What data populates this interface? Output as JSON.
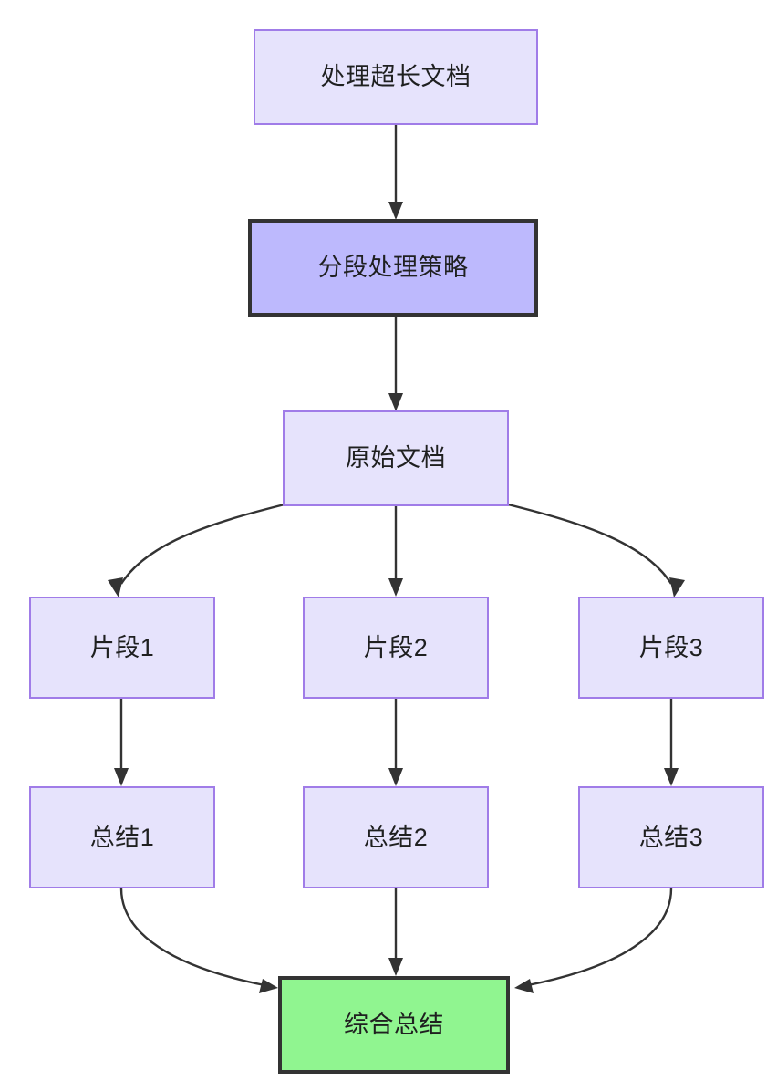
{
  "diagram": {
    "type": "flowchart",
    "direction": "top-to-bottom",
    "title": "处理超长文档",
    "background_color": "#ffffff",
    "styles": {
      "light_node_fill": "#e6e3fc",
      "light_node_border": "#a07ce8",
      "strong_node_fill": "#bdb9fd",
      "strong_node_border": "#333333",
      "result_node_fill": "#90f590",
      "result_node_border": "#333333",
      "edge_color": "#333333",
      "text_color": "#1f2020"
    },
    "nodes": {
      "root": {
        "label": "处理超长文档",
        "style": "light"
      },
      "strategy": {
        "label": "分段处理策略",
        "style": "strong"
      },
      "source": {
        "label": "原始文档",
        "style": "light"
      },
      "chunk1": {
        "label": "片段1",
        "style": "light"
      },
      "chunk2": {
        "label": "片段2",
        "style": "light"
      },
      "chunk3": {
        "label": "片段3",
        "style": "light"
      },
      "summary1": {
        "label": "总结1",
        "style": "light"
      },
      "summary2": {
        "label": "总结2",
        "style": "light"
      },
      "summary3": {
        "label": "总结3",
        "style": "light"
      },
      "final": {
        "label": "综合总结",
        "style": "result"
      }
    },
    "edges": [
      {
        "from": "处理超长文档",
        "to": "分段处理策略",
        "shape": "straight"
      },
      {
        "from": "分段处理策略",
        "to": "原始文档",
        "shape": "straight"
      },
      {
        "from": "原始文档",
        "to": "片段1",
        "shape": "curved"
      },
      {
        "from": "原始文档",
        "to": "片段2",
        "shape": "straight"
      },
      {
        "from": "原始文档",
        "to": "片段3",
        "shape": "curved"
      },
      {
        "from": "片段1",
        "to": "总结1",
        "shape": "straight"
      },
      {
        "from": "片段2",
        "to": "总结2",
        "shape": "straight"
      },
      {
        "from": "片段3",
        "to": "总结3",
        "shape": "straight"
      },
      {
        "from": "总结1",
        "to": "综合总结",
        "shape": "curved"
      },
      {
        "from": "总结2",
        "to": "综合总结",
        "shape": "straight"
      },
      {
        "from": "总结3",
        "to": "综合总结",
        "shape": "curved"
      }
    ]
  }
}
